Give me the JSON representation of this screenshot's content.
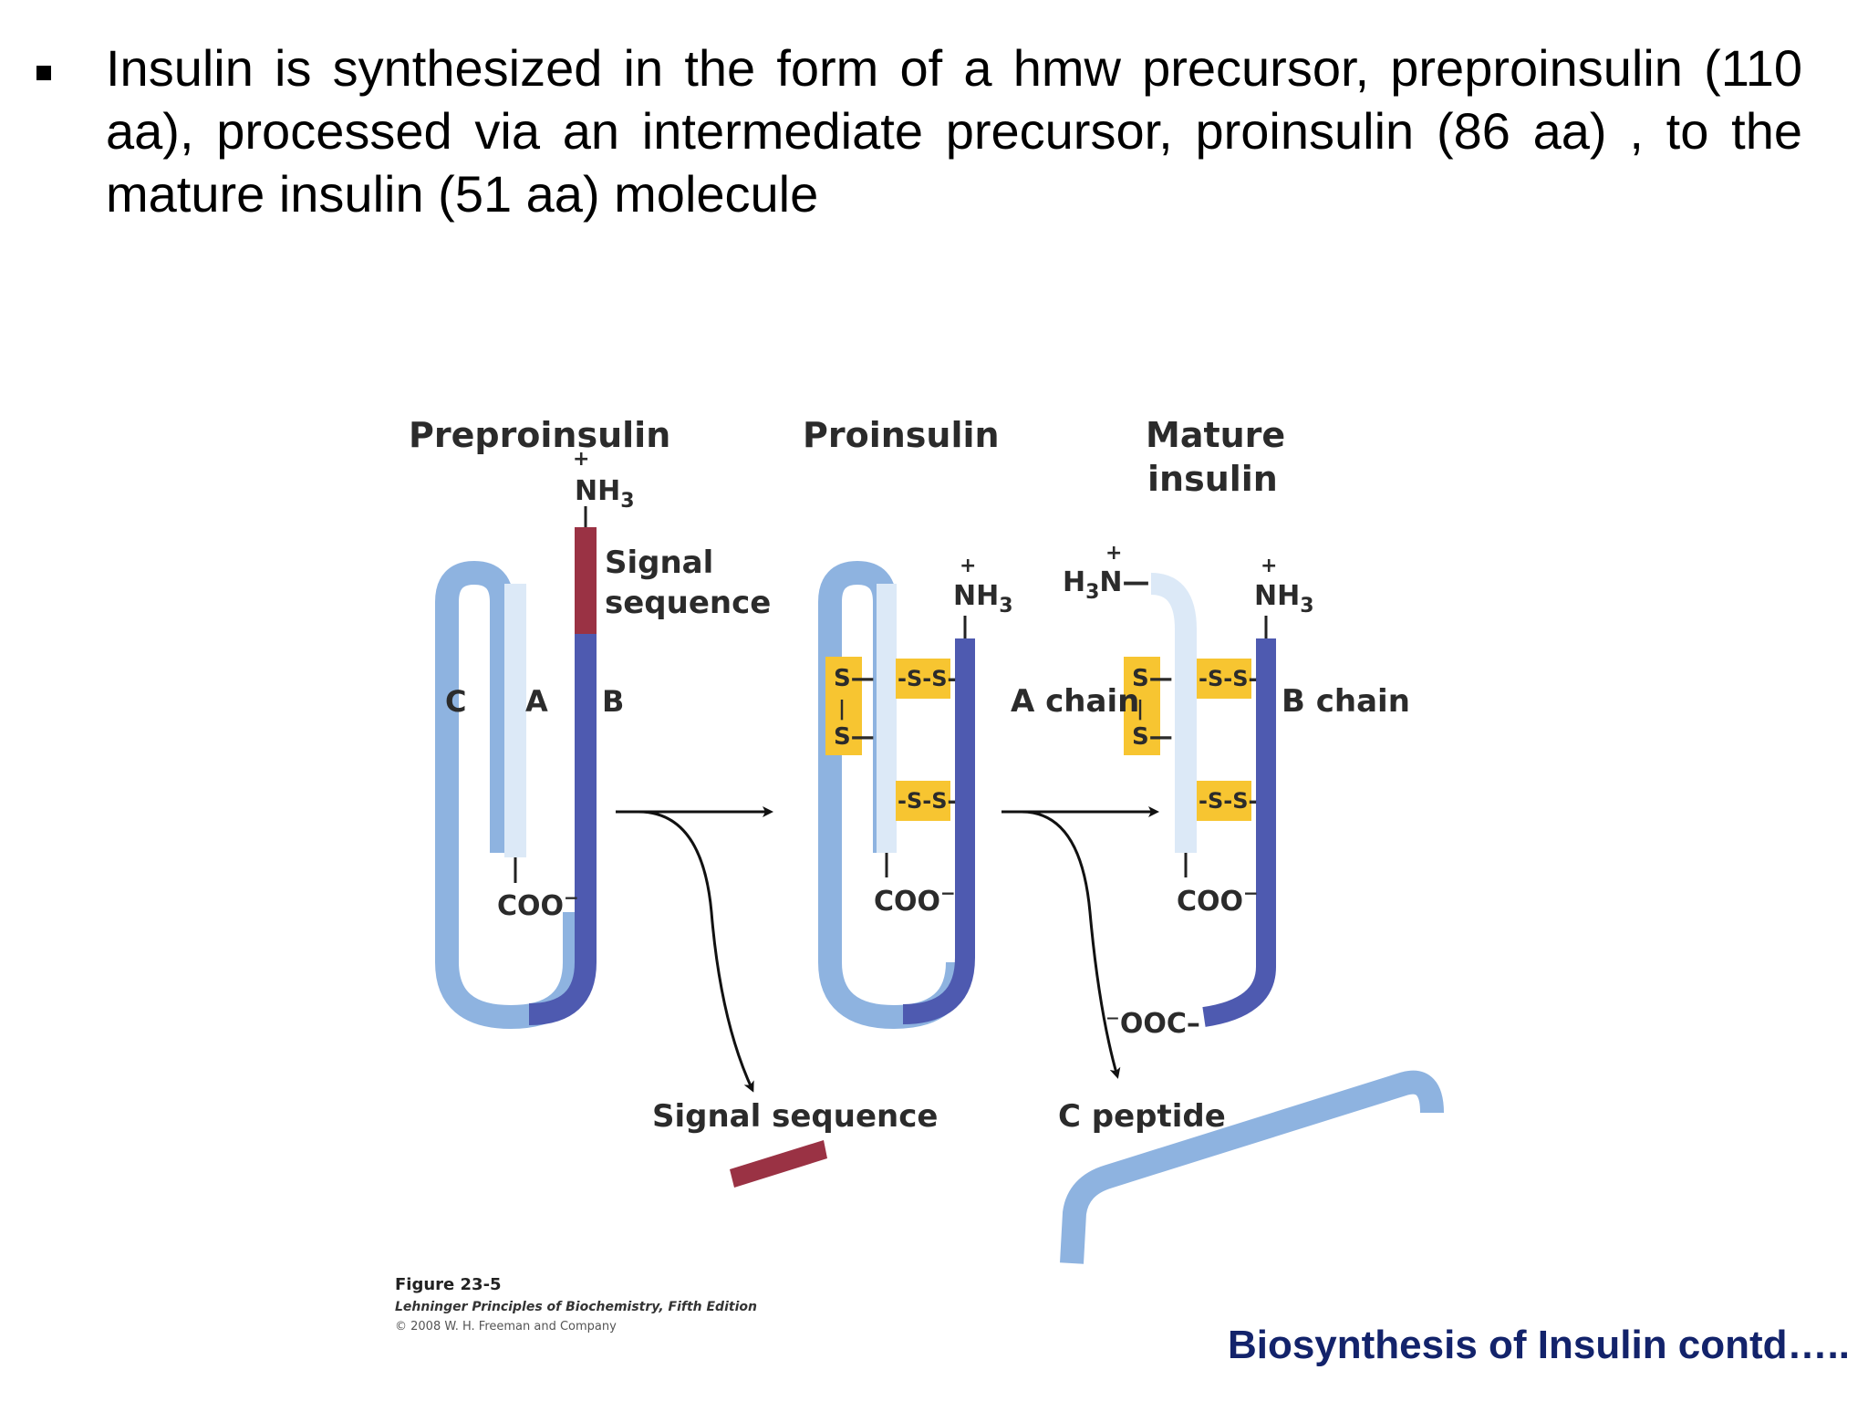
{
  "slide": {
    "bullet_text": "Insulin is synthesized in the form of a hmw precursor, preproinsulin (110 aa), processed via an intermediate precursor, proinsulin (86 aa) , to the mature insulin (51 aa) molecule",
    "footer_title": "Biosynthesis of Insulin contd….."
  },
  "figure": {
    "stage_titles": {
      "preproinsulin": "Preproinsulin",
      "proinsulin": "Proinsulin",
      "mature_line1": "Mature",
      "mature_line2": "insulin"
    },
    "labels": {
      "nh3": "NH",
      "nh3_sub": "3",
      "plus": "+",
      "h3n_h": "H",
      "h3n_sub": "3",
      "h3n_n": "N—",
      "coo": "COO",
      "minus": "−",
      "ooc": "⁻OOC–",
      "ss": "-S-S-",
      "s_top": "S—",
      "s_bar": "|",
      "s_bottom": "S—",
      "signal_line1": "Signal",
      "signal_line2": "sequence",
      "segment_c": "C",
      "segment_a": "A",
      "segment_b": "B",
      "a_chain": "A chain",
      "b_chain": "B chain",
      "signal_sequence": "Signal sequence",
      "c_peptide": "C peptide"
    },
    "caption": {
      "figure_no": "Figure 23-5",
      "book": "Lehninger Principles of Biochemistry, Fifth Edition",
      "copyright": "© 2008 W. H. Freeman and Company"
    },
    "colors": {
      "signal": "#9a3244",
      "c_chain": "#8eb3e0",
      "a_chain": "#dce9f7",
      "b_chain": "#4e5ab0",
      "disulfide": "#f7c531",
      "arrow": "#111111"
    }
  }
}
